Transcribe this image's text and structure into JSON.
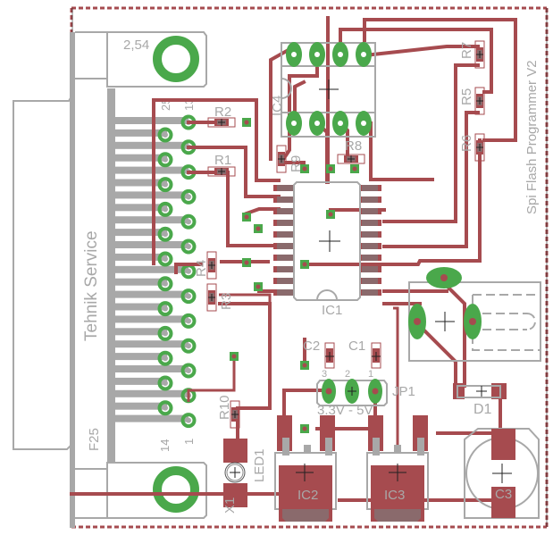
{
  "board": {
    "title": "Spi Flash Programmer V2",
    "colors": {
      "copper": "#a64b4f",
      "pad": "#4aa84b",
      "silkscreen": "#a8a8a8",
      "outline": "#a64b4f",
      "background": "#ffffff"
    }
  },
  "connector": {
    "name": "F25",
    "label": "Tehnik Service",
    "mount_hole_label": "2,54",
    "pin_labels": {
      "top_row_start": "25",
      "bottom_row_start": "13",
      "bottom_left": "14",
      "bottom_right": "1"
    }
  },
  "components": {
    "R1": "R1",
    "R2": "R2",
    "R3": "R3",
    "R4": "R4",
    "R5": "R5",
    "R6": "R6",
    "R7": "R7",
    "R8": "R8",
    "R9": "R9",
    "R10": "R10",
    "IC1": "IC1",
    "IC2": "IC2",
    "IC3": "IC3",
    "IC4": "IC4",
    "C1": "C1",
    "C2": "C2",
    "C3": "C3",
    "D1": "D1",
    "LED1": "LED1",
    "X1": "X1",
    "JP1": "JP1"
  },
  "jumper": {
    "pins": [
      "3",
      "2",
      "1"
    ],
    "caption": "3.3V - 5V"
  }
}
